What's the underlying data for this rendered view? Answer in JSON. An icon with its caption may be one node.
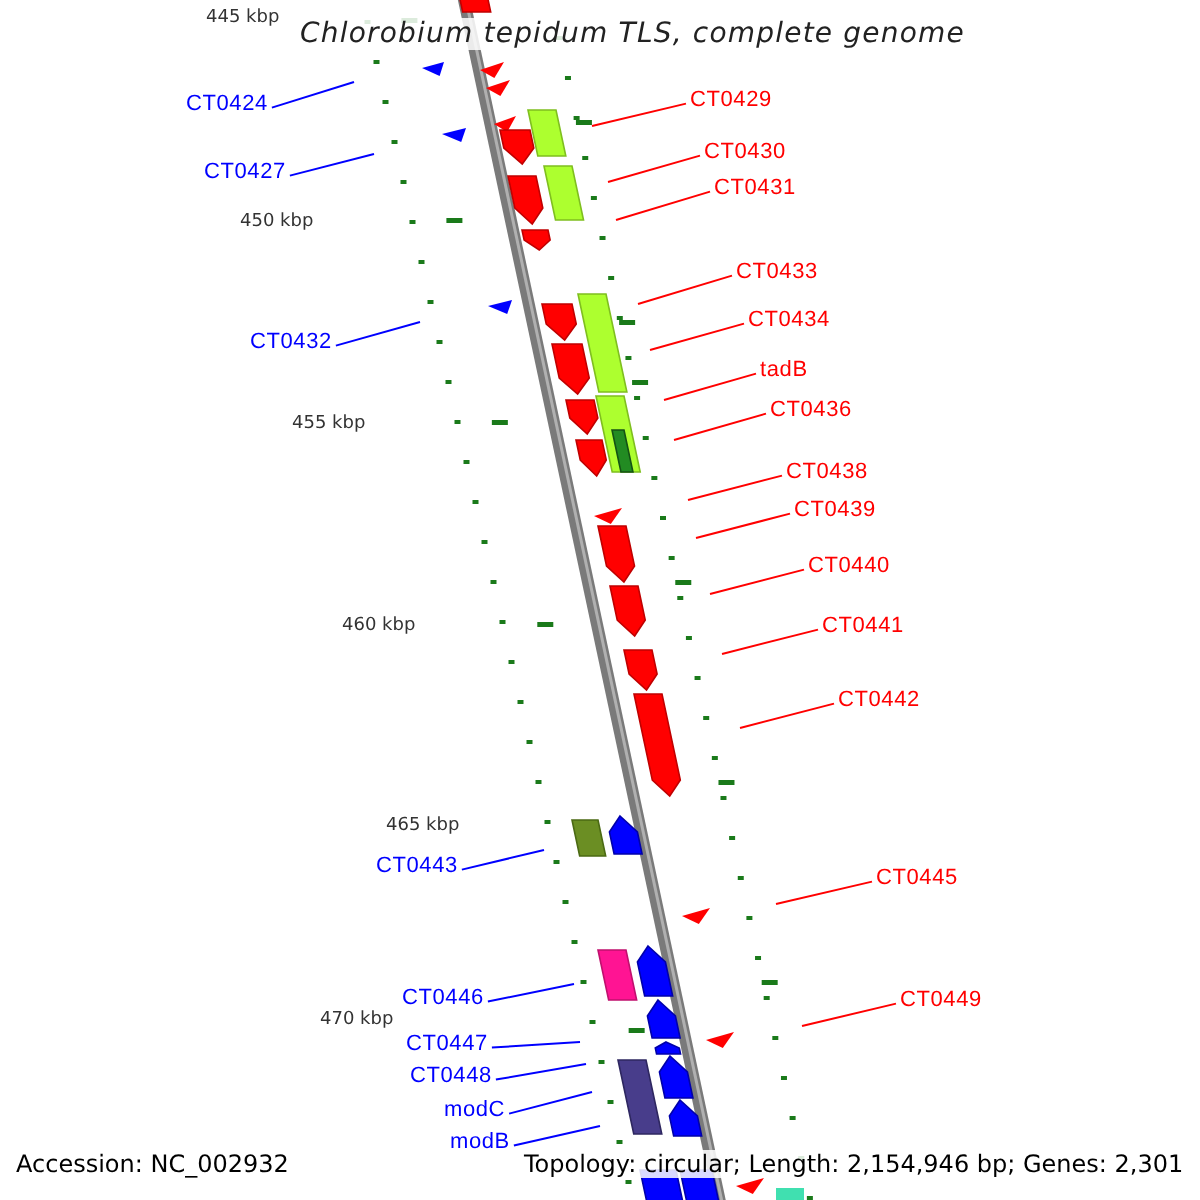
{
  "diagram": {
    "title": "Chlorobium tepidum TLS, complete genome",
    "nodes": [
      {
        "text": [
          "CT0424"
        ]
      },
      {
        "text": [
          "CT0429"
        ]
      },
      {
        "text": [
          "CT0430"
        ]
      },
      {
        "text": [
          "CT0427"
        ]
      },
      {
        "text": [
          "CT0431"
        ]
      },
      {
        "text": [
          "CT0433"
        ]
      },
      {
        "text": [
          "CT0434"
        ]
      },
      {
        "text": [
          "CT0432"
        ]
      },
      {
        "text": [
          "tadB"
        ]
      },
      {
        "text": [
          "CT0436"
        ]
      },
      {
        "text": [
          "CT0438"
        ]
      },
      {
        "text": [
          "CT0439"
        ]
      },
      {
        "text": [
          "CT0440"
        ]
      },
      {
        "text": [
          "CT0441"
        ]
      },
      {
        "text": [
          "CT0442"
        ]
      },
      {
        "text": [
          "CT0443"
        ]
      },
      {
        "text": [
          "CT0445"
        ]
      },
      {
        "text": [
          "CT0446"
        ]
      },
      {
        "text": [
          "CT0449"
        ]
      },
      {
        "text": [
          "CT0447"
        ]
      },
      {
        "text": [
          "CT0448"
        ]
      },
      {
        "text": [
          "modC"
        ]
      },
      {
        "text": [
          "modB"
        ]
      }
    ],
    "edges": [
      {
        "from": 0,
        "to": null,
        "arrow": "none",
        "color": "#0000ff"
      },
      {
        "from": 1,
        "to": null,
        "arrow": "none"
      },
      {
        "from": 2,
        "to": null,
        "arrow": "none"
      },
      {
        "from": 3,
        "to": null,
        "arrow": "none",
        "color": "#0000ff"
      },
      {
        "from": 4,
        "to": null,
        "arrow": "none"
      },
      {
        "from": 5,
        "to": null,
        "arrow": "none"
      },
      {
        "from": 6,
        "to": null,
        "arrow": "none"
      },
      {
        "from": 7,
        "to": null,
        "arrow": "none",
        "color": "#0000ff"
      },
      {
        "from": 8,
        "to": null,
        "arrow": "none"
      },
      {
        "from": 9,
        "to": null,
        "arrow": "none"
      },
      {
        "from": 10,
        "to": null,
        "arrow": "none"
      },
      {
        "from": 11,
        "to": null,
        "arrow": "none"
      },
      {
        "from": 12,
        "to": null,
        "arrow": "none"
      },
      {
        "from": 13,
        "to": null,
        "arrow": "none"
      },
      {
        "from": 14,
        "to": null,
        "arrow": "none"
      },
      {
        "from": 15,
        "to": null,
        "arrow": "none",
        "color": "#0000ff"
      },
      {
        "from": 16,
        "to": null,
        "arrow": "none"
      },
      {
        "from": 17,
        "to": null,
        "arrow": "none",
        "color": "#0000ff"
      },
      {
        "from": 18,
        "to": null,
        "arrow": "none"
      },
      {
        "from": 19,
        "to": null,
        "arrow": "none",
        "color": "#0000ff"
      },
      {
        "from": 20,
        "to": null,
        "arrow": "none",
        "color": "#0000ff"
      },
      {
        "from": 21,
        "to": null,
        "arrow": "none",
        "color": "#0000ff"
      },
      {
        "from": 22,
        "to": null,
        "arrow": "none",
        "color": "#0000ff"
      }
    ],
    "labels": [
      "445 kbp",
      "450 kbp",
      "455 kbp",
      "460 kbp",
      "465 kbp",
      "470 kbp",
      "Accession: NC_002932",
      "Topology: circular; Length: 2,154,946 bp; Genes: 2,301"
    ]
  }
}
